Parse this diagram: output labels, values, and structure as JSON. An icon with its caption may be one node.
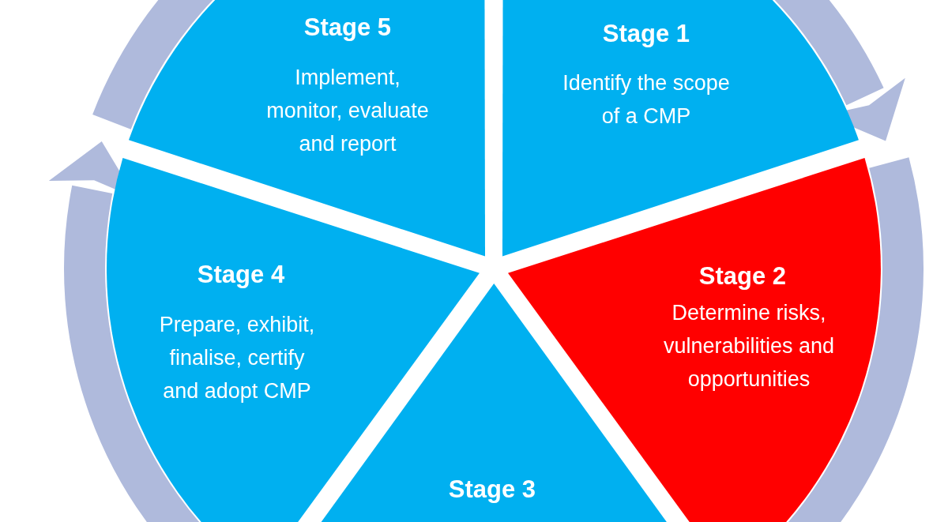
{
  "diagram": {
    "nodes": [
      {
        "text": [
          "Stage 1",
          "Identify the scope of a CMP"
        ]
      },
      {
        "text": [
          "Stage 2",
          "Determine risks, vulnerabilities and opportunities"
        ]
      },
      {
        "text": [
          "Stage 3"
        ]
      },
      {
        "text": [
          "Stage 4",
          "Prepare, exhibit, finalise, certify and adopt CMP"
        ]
      },
      {
        "text": [
          "Stage 5",
          "Implement, monitor, evaluate and report"
        ]
      }
    ]
  }
}
